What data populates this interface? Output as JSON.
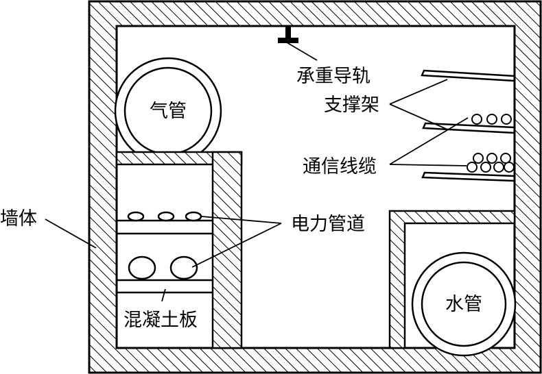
{
  "diagram": {
    "labels": {
      "wall": "墙体",
      "gas_pipe": "气管",
      "rail": "承重导轨",
      "support": "支撑架",
      "cable": "通信线缆",
      "power_duct": "电力管道",
      "concrete_slab": "混凝土板",
      "water_pipe": "水管"
    }
  }
}
